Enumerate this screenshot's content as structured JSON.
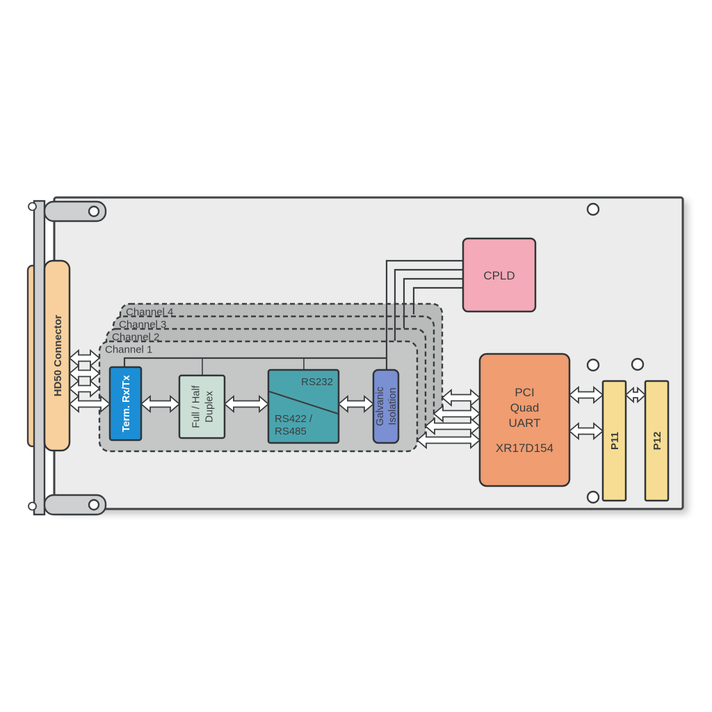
{
  "colors": {
    "page_bg": "#ffffff",
    "board_fill": "#ebeceb",
    "bracket_fill": "#ced0d1",
    "connector_fill": "#f7d09d",
    "channel_back_fill": "#b8bbba",
    "channel_front_fill": "#c4c7c6",
    "term_fill": "#1b8ed6",
    "duplex_fill": "#cbdfd7",
    "rs_fill": "#4aa4ae",
    "galvanic_fill": "#7b8fd3",
    "cpld_fill": "#f4aab8",
    "uart_fill": "#ef9d71",
    "p_fill": "#f7dd94",
    "wire_stroke": "#3a3d3f",
    "text_dark": "#3a3d3f",
    "text_light": "#ffffff",
    "arrow_fill": "#ffffff"
  },
  "connector": {
    "label": "HD50 Connector"
  },
  "channels": {
    "ch4": "Channel 4",
    "ch3": "Channel 3",
    "ch2": "Channel 2",
    "ch1": "Channel 1"
  },
  "blocks": {
    "term": {
      "label": "Term. Rx/Tx"
    },
    "duplex": {
      "line1": "Full / Half",
      "line2": "Duplex"
    },
    "rs": {
      "top": "RS232",
      "bottom1": "RS422 /",
      "bottom2": "RS485"
    },
    "galvanic": {
      "line1": "Galvanic",
      "line2": "Isolation"
    },
    "cpld": {
      "label": "CPLD"
    },
    "uart": {
      "line1": "PCI",
      "line2": "Quad",
      "line3": "UART",
      "part": "XR17D154"
    },
    "p11": {
      "label": "P11"
    },
    "p12": {
      "label": "P12"
    }
  }
}
